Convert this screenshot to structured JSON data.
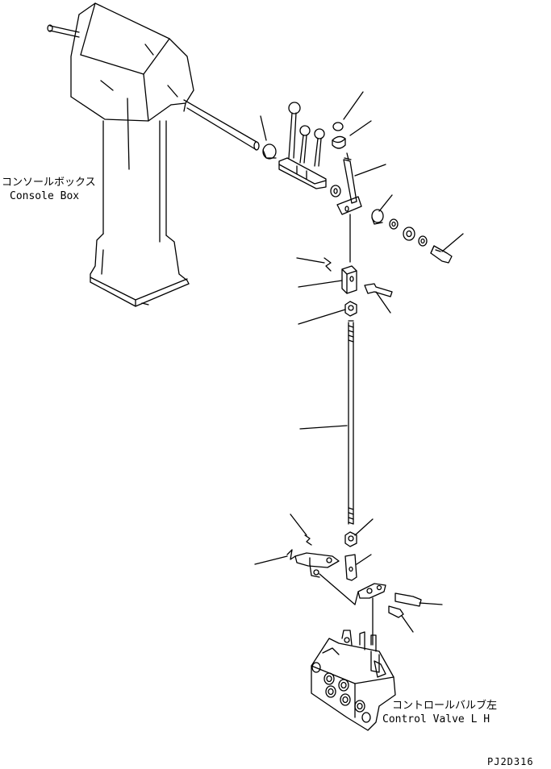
{
  "labels": {
    "console_jp": "コンソールボックス",
    "console_en": "Console Box",
    "valve_jp": "コントロールバルブ左",
    "valve_en": "Control Valve L H",
    "drawing_code": "PJ2D316"
  },
  "colors": {
    "line": "#000000",
    "background": "#ffffff"
  }
}
